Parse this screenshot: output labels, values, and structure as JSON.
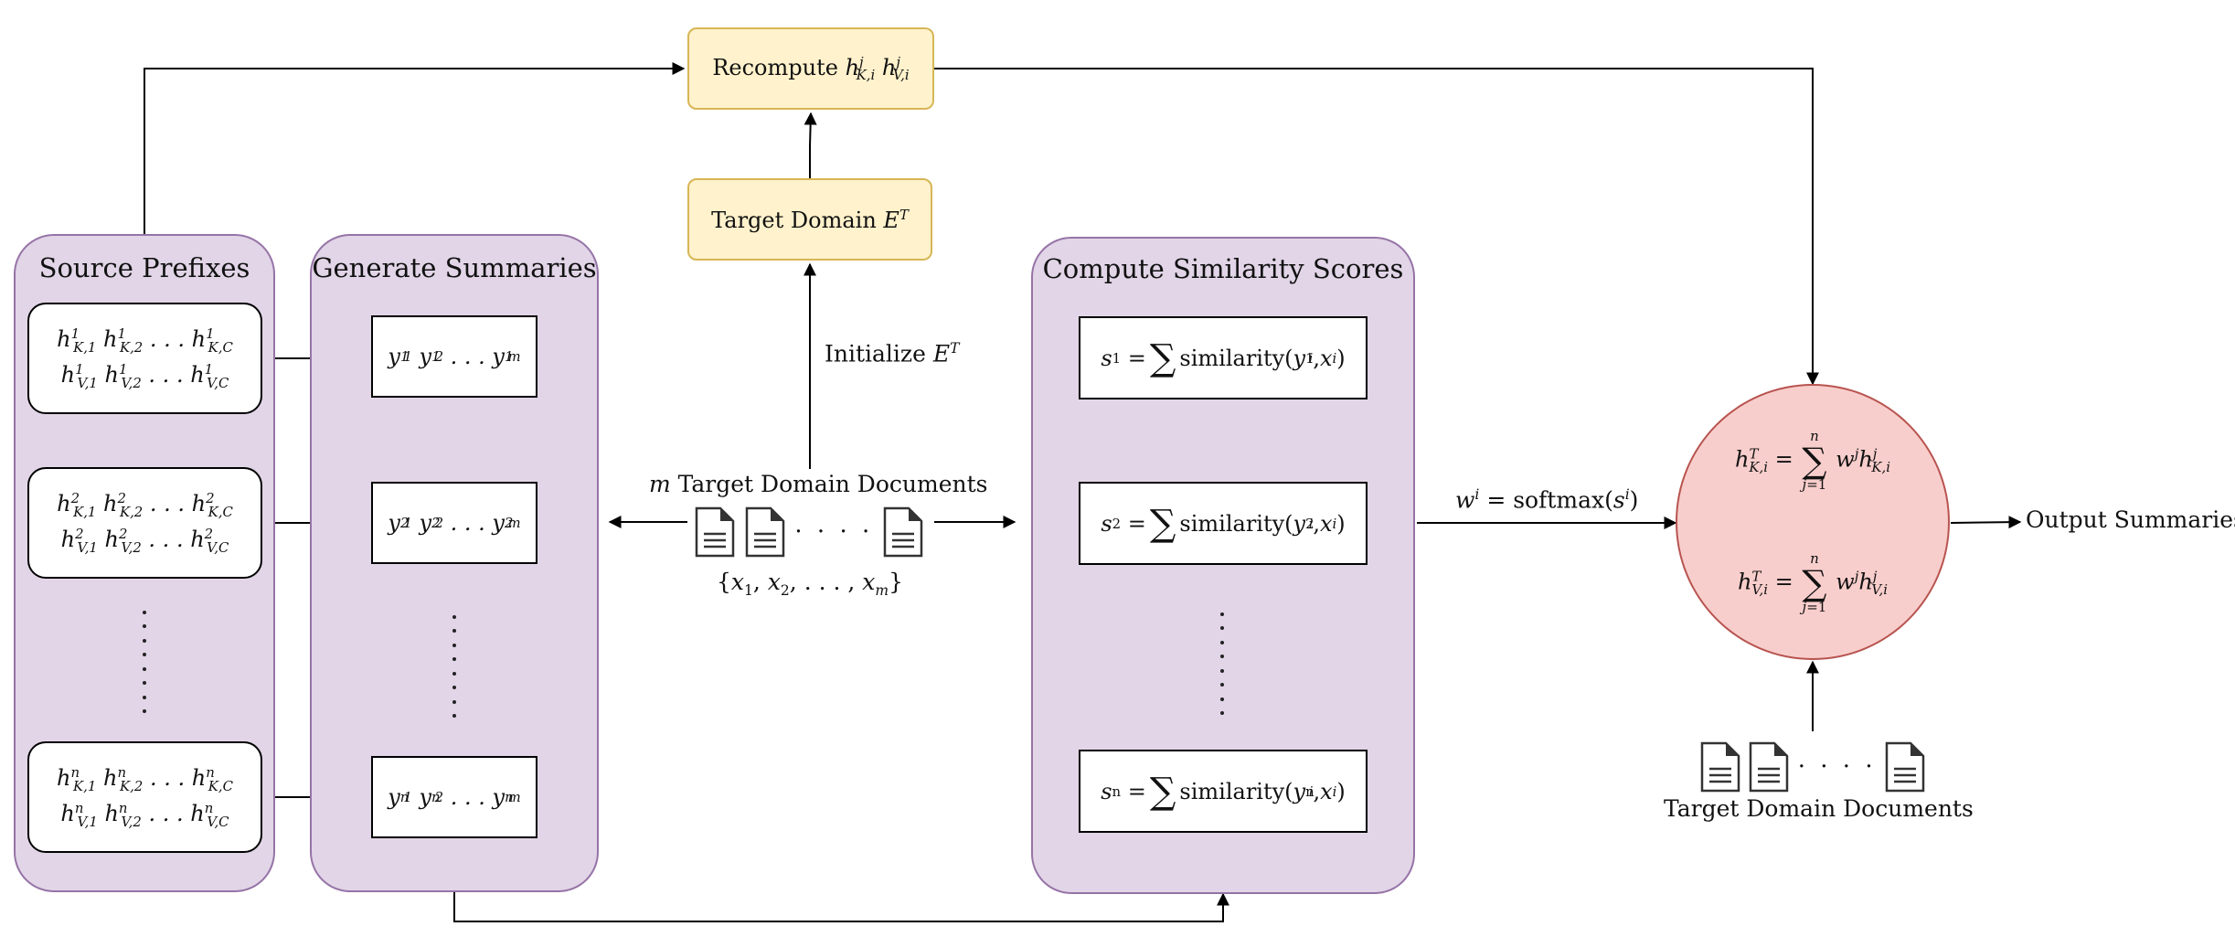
{
  "recompute_label": "Recompute h^j_{K,i} h^j_{V,i}",
  "target_domain_label": "Target Domain E^T",
  "initialize_label": "Initialize E^T",
  "source_prefixes": {
    "title": "Source Prefixes",
    "items": [
      {
        "line1": "h¹K,1 h¹K,2 . . . h¹K,C",
        "line2": "h¹V,1 h¹V,2 . . . h¹V,C"
      },
      {
        "line1": "h²K,1 h²K,2 . . . h²K,C",
        "line2": "h²V,1 h²V,2 . . . h²V,C"
      },
      {
        "line1": "hⁿK,1 hⁿK,2 . . . hⁿK,C",
        "line2": "hⁿV,1 hⁿV,2 . . . hⁿV,C"
      }
    ]
  },
  "generate_summaries": {
    "title": "Generate Summaries",
    "items": [
      "y¹1 y¹2 . . . y¹m",
      "y²1 y²2 . . . y²m",
      "yⁿ1 yⁿ2 . . . yⁿm"
    ]
  },
  "documents_center": {
    "title": "m Target Domain Documents",
    "set": "{x1, x2, . . . , xm}"
  },
  "compute_similarity": {
    "title": "Compute Similarity Scores",
    "items": [
      "s¹ = Σ similarity(y¹i, xi)",
      "s² = Σ similarity(y²i, xi)",
      "sⁿ = Σ similarity(yⁿi, xi)"
    ]
  },
  "softmax_label": "w^i = softmax(s^i)",
  "aggregation": {
    "formula_k": "h^T_{K,i} = Σ_{j=1}^{n} w^j h^j_{K,i}",
    "formula_v": "h^T_{V,i} = Σ_{j=1}^{n} w^j h^j_{V,i}"
  },
  "output_label": "Output Summaries",
  "documents_bottom_label": "Target Domain Documents",
  "colors": {
    "purple_fill": "#e1d5e7",
    "purple_stroke": "#9673a6",
    "yellow_fill": "#fff2cc",
    "yellow_stroke": "#d6b656",
    "red_fill": "#f8cecc",
    "red_stroke": "#b85450"
  },
  "icons": {
    "document": "document-icon",
    "ellipsis": "ellipsis"
  }
}
